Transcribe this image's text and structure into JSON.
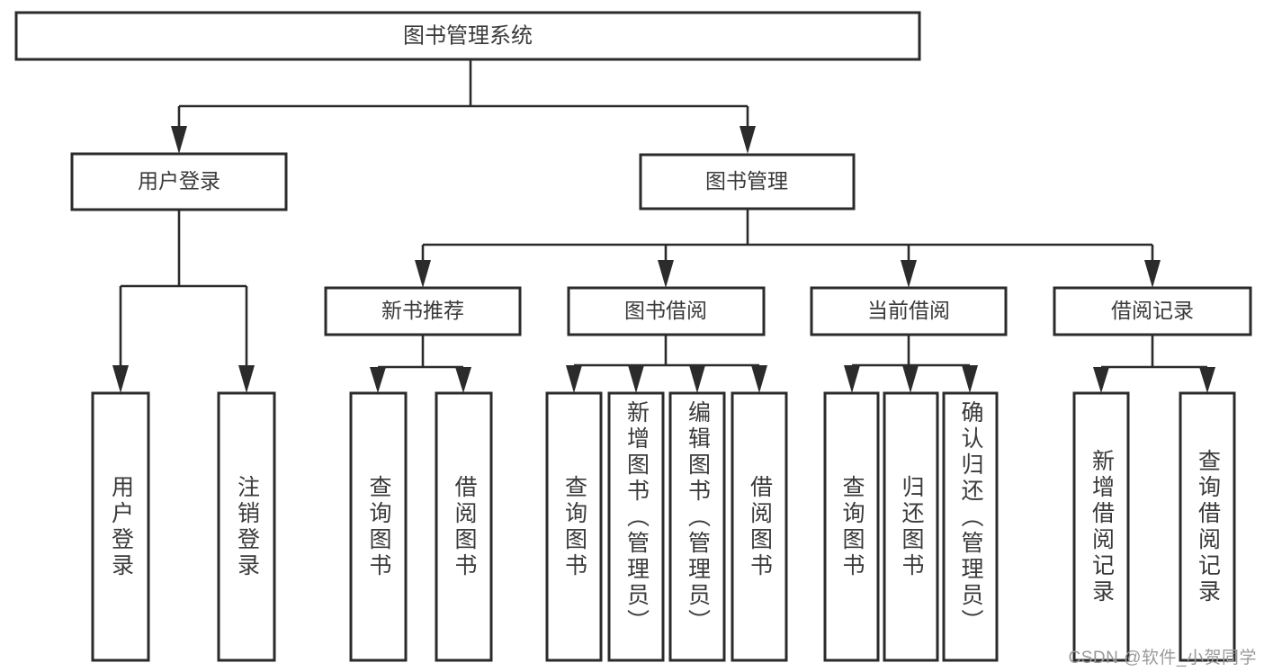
{
  "diagram": {
    "type": "tree-hierarchy-chart",
    "title": "图书管理系统",
    "watermark": "CSDN @软件_小贺同学",
    "colors": {
      "background": "#ffffff",
      "box_stroke": "#2b2b2b",
      "box_fill": "#ffffff",
      "text": "#3a3a3a",
      "connector": "#2b2b2b",
      "watermark": "#9a9a9a"
    },
    "levels": {
      "root": {
        "label": "图书管理系统"
      },
      "level1": [
        {
          "label": "用户登录"
        },
        {
          "label": "图书管理"
        }
      ],
      "level2": [
        {
          "label": "新书推荐"
        },
        {
          "label": "图书借阅"
        },
        {
          "label": "当前借阅"
        },
        {
          "label": "借阅记录"
        }
      ],
      "leaves": {
        "user_login": [
          {
            "label": "用户登录"
          },
          {
            "label": "注销登录"
          }
        ],
        "new_book_recommend": [
          {
            "label": "查询图书"
          },
          {
            "label": "借阅图书"
          }
        ],
        "book_borrow": [
          {
            "label": "查询图书"
          },
          {
            "label": "新增图书（管理员）"
          },
          {
            "label": "编辑图书（管理员）"
          },
          {
            "label": "借阅图书"
          }
        ],
        "current_borrow": [
          {
            "label": "查询图书"
          },
          {
            "label": "归还图书"
          },
          {
            "label": "确认归还（管理员）"
          }
        ],
        "borrow_record": [
          {
            "label": "新增借阅记录"
          },
          {
            "label": "查询借阅记录"
          }
        ]
      }
    }
  }
}
